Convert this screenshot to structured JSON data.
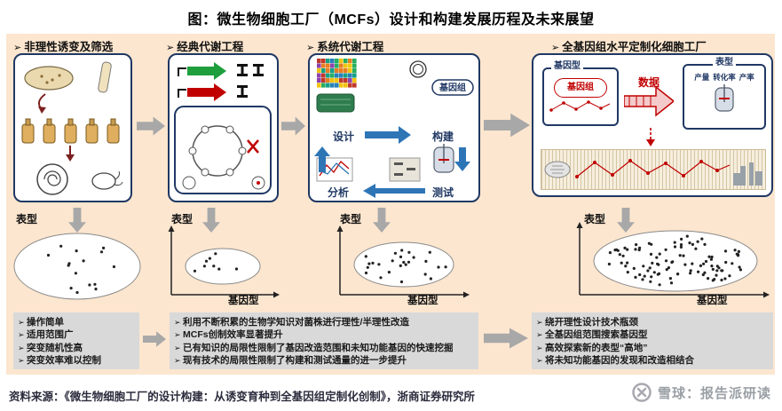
{
  "title": "图：微生物细胞工厂（MCFs）设计和构建发展历程及未来展望",
  "stages": [
    {
      "label": "非理性诱变及筛选"
    },
    {
      "label": "经典代谢工程"
    },
    {
      "label": "系统代谢工程"
    },
    {
      "label": "全基因组水平定制化细胞工厂"
    }
  ],
  "cycle": {
    "design": "设计",
    "build": "构建",
    "test": "测试",
    "analyze": "分析",
    "genome": "基因组"
  },
  "factory": {
    "genotype_box": "基因型",
    "genome_label": "基因组",
    "data_label": "数据",
    "phenotype_box": "表型",
    "metrics": [
      "产量",
      "转化率",
      "产率"
    ]
  },
  "axis": {
    "phenotype": "表型",
    "genotype": "基因型"
  },
  "scatter_counts": [
    15,
    8,
    25,
    100
  ],
  "panels": [
    {
      "items": [
        "操作简单",
        "适用范围广",
        "突变随机性高",
        "突变效率难以控制"
      ]
    },
    {
      "items": [
        "利用不断积累的生物学知识对菌株进行理性/半理性改造",
        "MCFs创制效率显著提升",
        "已有知识的局限性限制了基因改造范围和未知功能基因的快速挖掘",
        "现有技术的局限性限制了构建和测试通量的进一步提升"
      ]
    },
    {
      "items": [
        "绕开理性设计技术瓶颈",
        "全基因组范围搜索基因型",
        "高效探索新的表型“高地”",
        "将未知功能基因的发现和改造相结合"
      ]
    }
  ],
  "footer": {
    "source": "资料来源：《微生物细胞工厂的设计构建：从诱变育种到全基因组定制化创制》，浙商证券研究所",
    "watermark": "雪球：报告派研读"
  },
  "colors": {
    "navy": "#203864",
    "red": "#c00000",
    "panel_bg": "#fce6cf",
    "gray_box": "#d9d9d9",
    "arrow_gray": "#a8a8a8"
  }
}
